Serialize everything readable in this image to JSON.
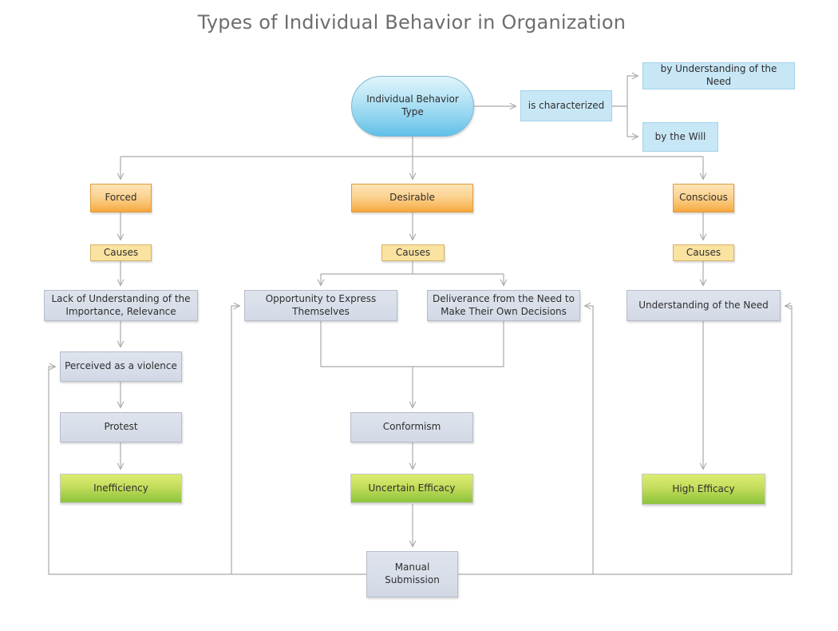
{
  "title": "Types of Individual Behavior in Organization",
  "nodes": {
    "behavior_type": {
      "label": "Individual Behavior Type"
    },
    "is_characterized": {
      "label": "is characterized"
    },
    "by_understanding": {
      "label": "by Understanding of the Need"
    },
    "by_the_will": {
      "label": "by the Will"
    },
    "forced": {
      "label": "Forced"
    },
    "desirable": {
      "label": "Desirable"
    },
    "conscious": {
      "label": "Conscious"
    },
    "causes_forced": {
      "label": "Causes"
    },
    "causes_desirable": {
      "label": "Causes"
    },
    "causes_conscious": {
      "label": "Causes"
    },
    "lack": {
      "label": "Lack of Understanding of the Importance, Relevance"
    },
    "opportunity": {
      "label": "Opportunity to Express Themselves"
    },
    "deliverance": {
      "label": "Deliverance from the Need to Make Their Own Decisions"
    },
    "understanding": {
      "label": "Understanding of the Need"
    },
    "perceived": {
      "label": "Perceived as a violence"
    },
    "protest": {
      "label": "Protest"
    },
    "conformism": {
      "label": "Conformism"
    },
    "inefficiency": {
      "label": "Inefficiency"
    },
    "uncertain": {
      "label": "Uncertain Efficacy"
    },
    "high": {
      "label": "High Efficacy"
    },
    "manual": {
      "label": "Manual Submission"
    }
  },
  "edges": [
    {
      "from": "behavior_type",
      "to": "is_characterized"
    },
    {
      "from": "is_characterized",
      "to": "by_understanding"
    },
    {
      "from": "is_characterized",
      "to": "by_the_will"
    },
    {
      "from": "behavior_type",
      "to": "forced"
    },
    {
      "from": "behavior_type",
      "to": "desirable"
    },
    {
      "from": "behavior_type",
      "to": "conscious"
    },
    {
      "from": "forced",
      "to": "causes_forced"
    },
    {
      "from": "causes_forced",
      "to": "lack"
    },
    {
      "from": "lack",
      "to": "perceived"
    },
    {
      "from": "perceived",
      "to": "protest"
    },
    {
      "from": "protest",
      "to": "inefficiency"
    },
    {
      "from": "desirable",
      "to": "causes_desirable"
    },
    {
      "from": "causes_desirable",
      "to": "opportunity"
    },
    {
      "from": "causes_desirable",
      "to": "deliverance"
    },
    {
      "from": "opportunity",
      "to": "conformism"
    },
    {
      "from": "deliverance",
      "to": "conformism"
    },
    {
      "from": "conformism",
      "to": "uncertain"
    },
    {
      "from": "uncertain",
      "to": "manual"
    },
    {
      "from": "conscious",
      "to": "causes_conscious"
    },
    {
      "from": "causes_conscious",
      "to": "understanding"
    },
    {
      "from": "understanding",
      "to": "high"
    },
    {
      "from": "manual",
      "to": "perceived"
    },
    {
      "from": "manual",
      "to": "opportunity"
    },
    {
      "from": "manual",
      "to": "deliverance"
    },
    {
      "from": "manual",
      "to": "understanding"
    }
  ],
  "colors": {
    "title_text": "#6e6e6e",
    "connector": "#ababab",
    "node_text": "#2e2e2e",
    "stadium_fill_top": "#dff4fb",
    "stadium_fill_bottom": "#5fc0e7",
    "light_blue_fill": "#c8e7f6",
    "light_blue_border": "#a2d2ea",
    "orange_fill_top": "#fde4b6",
    "orange_fill_bottom": "#f6a73e",
    "orange_border": "#dd9d3e",
    "yellow_fill": "#fae2a0",
    "yellow_border": "#d6b369",
    "gray_fill": "#d8dee9",
    "gray_border": "#b6bdc9",
    "green_fill_top": "#dcec72",
    "green_fill_bottom": "#8ec43e",
    "green_border": "#c9c9c9"
  }
}
